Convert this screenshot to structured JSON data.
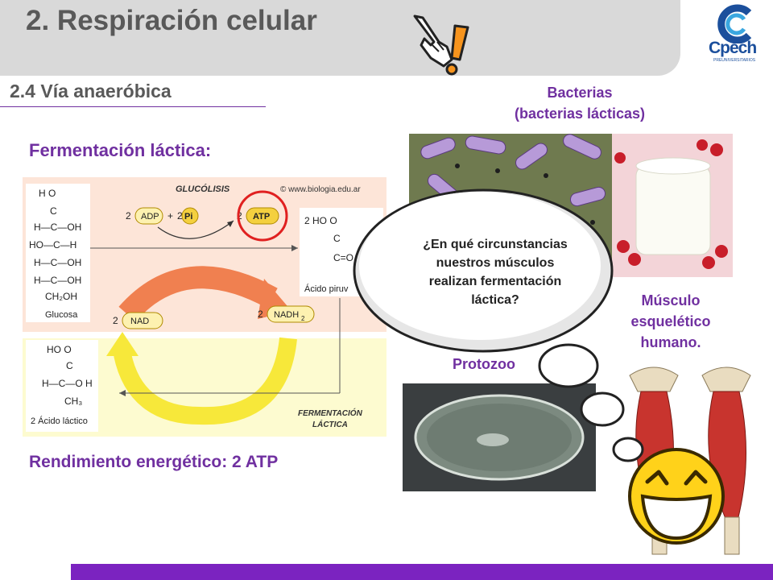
{
  "slide": {
    "title": "2. Respiración celular",
    "subtitle": "2.4 Vía anaeróbica",
    "fermentation_heading": "Fermentación láctica:",
    "energy_yield": "Rendimiento energético: 2 ATP"
  },
  "logo": {
    "text": "Cpech",
    "tagline": "PREUNIVERSITARIOS"
  },
  "diagram": {
    "glycolysis_label": "GLUCÓLISIS",
    "source_url": "© www.biologia.edu.ar",
    "adp_label": "ADP",
    "pi_label": "Pi",
    "atp_label": "ATP",
    "coef_two": "2",
    "plus_sign": "+",
    "nad_label": "NAD",
    "nadh_label": "NADH",
    "nadh_subscript": "2",
    "glucose_label": "Glucosa",
    "pyruvate_label": "Ácido piruv",
    "lactate_label": "2 Ácido láctico",
    "fermentation_label_line1": "FERMENTACIÓN",
    "fermentation_label_line2": "LÁCTICA",
    "glucose_formula": [
      "H  O",
      "C",
      "H—C—OH",
      "HO—C—H",
      "H—C—OH",
      "H—C—OH",
      "CH₂OH"
    ],
    "lactate_formula": [
      "HO  O",
      "C",
      "H—C—O H",
      "CH₃"
    ],
    "pyruvate_formula": [
      "2 HO  O",
      "C",
      "C=O"
    ]
  },
  "photos": {
    "bacteria_line1": "Bacterias",
    "bacteria_line2": "(bacterias lácticas)",
    "protozoo": "Protozoo",
    "muscle_line1": "Músculo",
    "muscle_line2": "esquelético",
    "muscle_line3": "humano."
  },
  "thought_bubble": {
    "line1": "¿En qué circunstancias",
    "line2": "nuestros músculos",
    "line3": "realizan fermentación",
    "line4": "láctica?"
  },
  "colors": {
    "accent": "#7030a0",
    "header_bg": "#d9d9d9",
    "title_gray": "#595959",
    "footer": "#7b23c0"
  }
}
